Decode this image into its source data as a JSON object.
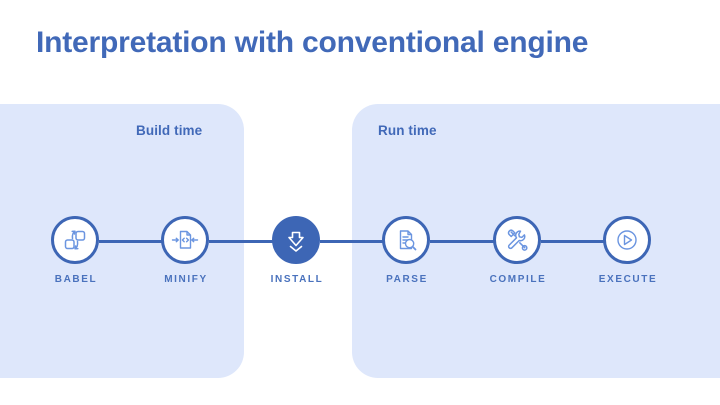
{
  "slide": {
    "title": "Interpretation with conventional engine",
    "background_color": "#ffffff",
    "accent_color": "#4169b8",
    "panel_color": "#dee7fb",
    "line_color": "#3d66b5"
  },
  "phases": [
    {
      "key": "build",
      "label": "Build time"
    },
    {
      "key": "run",
      "label": "Run time"
    }
  ],
  "pipeline": {
    "steps": [
      {
        "label": "BABEL",
        "icon": "transform-squares-icon",
        "phase": "build",
        "style": "outline"
      },
      {
        "label": "MINIFY",
        "icon": "code-document-compress-icon",
        "phase": "build",
        "style": "outline"
      },
      {
        "label": "INSTALL",
        "icon": "download-arrow-icon",
        "phase": "between",
        "style": "filled"
      },
      {
        "label": "PARSE",
        "icon": "document-magnifier-icon",
        "phase": "run",
        "style": "outline"
      },
      {
        "label": "COMPILE",
        "icon": "wrench-screwdriver-icon",
        "phase": "run",
        "style": "outline"
      },
      {
        "label": "EXECUTE",
        "icon": "play-circle-icon",
        "phase": "run",
        "style": "outline"
      }
    ]
  }
}
